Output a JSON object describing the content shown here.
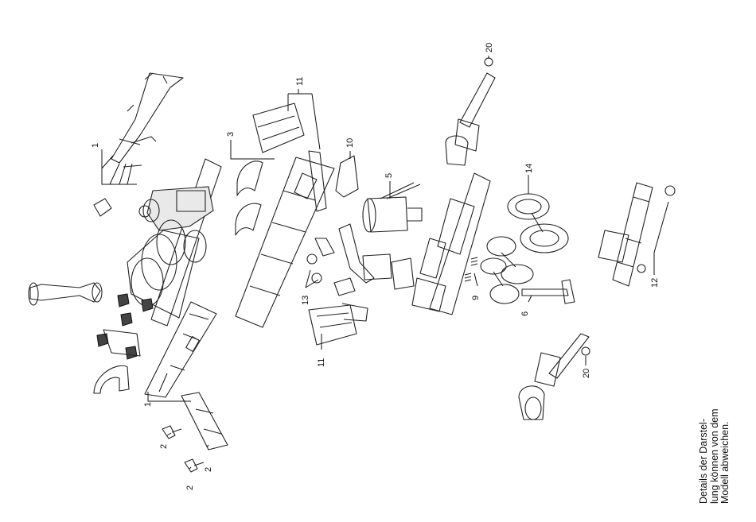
{
  "callouts": [
    {
      "id": "c1a",
      "text": "1"
    },
    {
      "id": "c1b",
      "text": "1"
    },
    {
      "id": "c2a",
      "text": "2"
    },
    {
      "id": "c2b",
      "text": "2"
    },
    {
      "id": "c2c",
      "text": "2"
    },
    {
      "id": "c3",
      "text": "3"
    },
    {
      "id": "c5",
      "text": "5"
    },
    {
      "id": "c6",
      "text": "6"
    },
    {
      "id": "c9",
      "text": "9"
    },
    {
      "id": "c10",
      "text": "10"
    },
    {
      "id": "c11a",
      "text": "11"
    },
    {
      "id": "c11b",
      "text": "11"
    },
    {
      "id": "c12",
      "text": "12"
    },
    {
      "id": "c13",
      "text": "13"
    },
    {
      "id": "c14",
      "text": "14"
    },
    {
      "id": "c20a",
      "text": "20"
    },
    {
      "id": "c20b",
      "text": "20"
    }
  ],
  "note": {
    "line1": "Details der Darstel-",
    "line2": "lung können von dem",
    "line3": "Modell abweichen."
  }
}
